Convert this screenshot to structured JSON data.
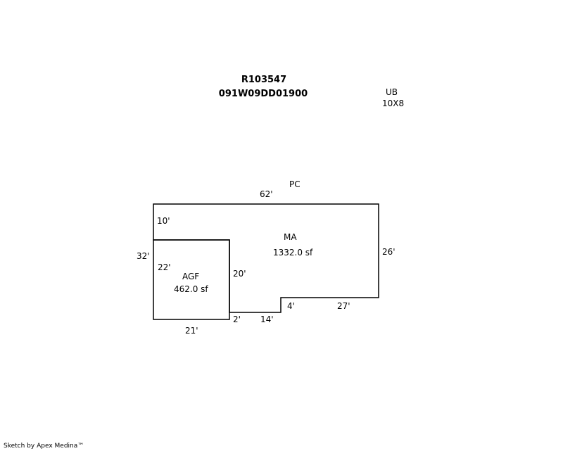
{
  "header": {
    "parcel_id": "R103547",
    "map_number": "091W09DD01900"
  },
  "outbuilding": {
    "code": "UB",
    "size": "10X8"
  },
  "areas": {
    "porch_label": "PC",
    "main_label": "MA",
    "main_sqft": "1332.0 sf",
    "garage_label": "AGF",
    "garage_sqft": "462.0 sf"
  },
  "dimensions": {
    "top": "62'",
    "left_upper": "10'",
    "left_total": "32'",
    "right": "26'",
    "bottom_right": "27'",
    "step": "4'",
    "bottom_mid": "14'",
    "small_offset": "2'",
    "garage_height": "22'",
    "garage_right": "20'",
    "garage_bottom": "21'"
  },
  "footer": {
    "credit": "Sketch by Apex Medina™"
  }
}
